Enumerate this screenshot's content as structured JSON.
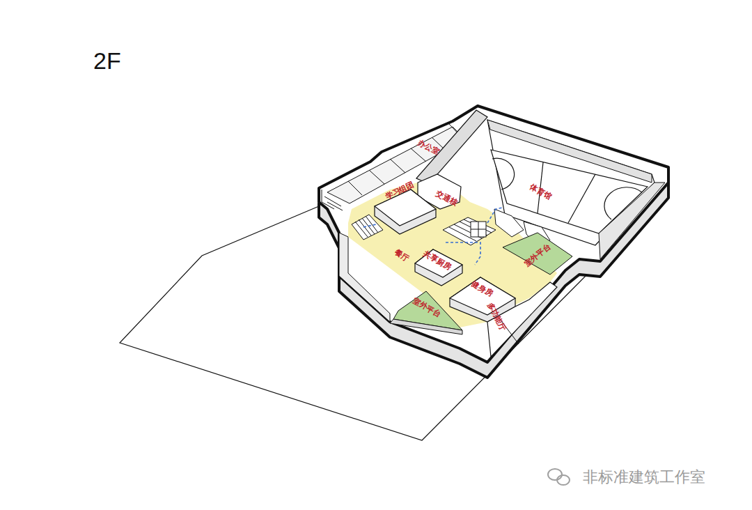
{
  "diagram": {
    "title": "2F",
    "labels": [
      "办公室",
      "学习组团",
      "交通核",
      "体育馆",
      "餐厅",
      "共享厨房",
      "室外平台",
      "健身房",
      "室外平台",
      "多功能厅",
      "非标准建筑工作室"
    ]
  }
}
